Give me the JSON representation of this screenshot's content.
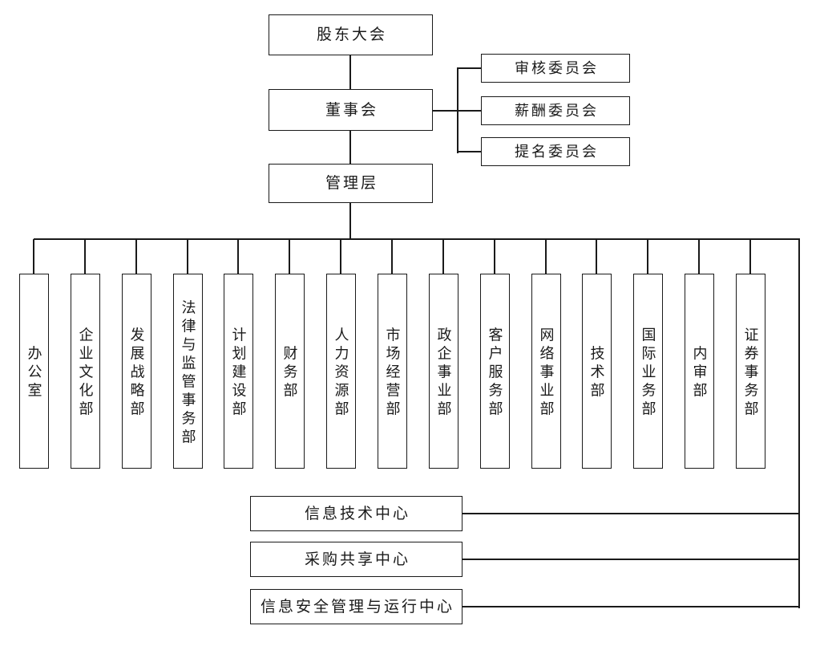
{
  "diagram": {
    "type": "org-chart",
    "top_nodes": {
      "shareholders": "股东大会",
      "board": "董事会",
      "management": "管理层"
    },
    "committees": [
      "审核委员会",
      "薪酬委员会",
      "提名委员会"
    ],
    "departments": [
      "办公室",
      "企业文化部",
      "发展战略部",
      "法律与监管事务部",
      "计划建设部",
      "财务部",
      "人力资源部",
      "市场经营部",
      "政企事业部",
      "客户服务部",
      "网络事业部",
      "技术部",
      "国际业务部",
      "内审部",
      "证券事务部"
    ],
    "centers": [
      "信息技术中心",
      "采购共享中心",
      "信息安全管理与运行中心"
    ],
    "colors": {
      "line": "#1a1a1a",
      "box_background": "#ffffff",
      "text": "#1a1a1a"
    }
  }
}
